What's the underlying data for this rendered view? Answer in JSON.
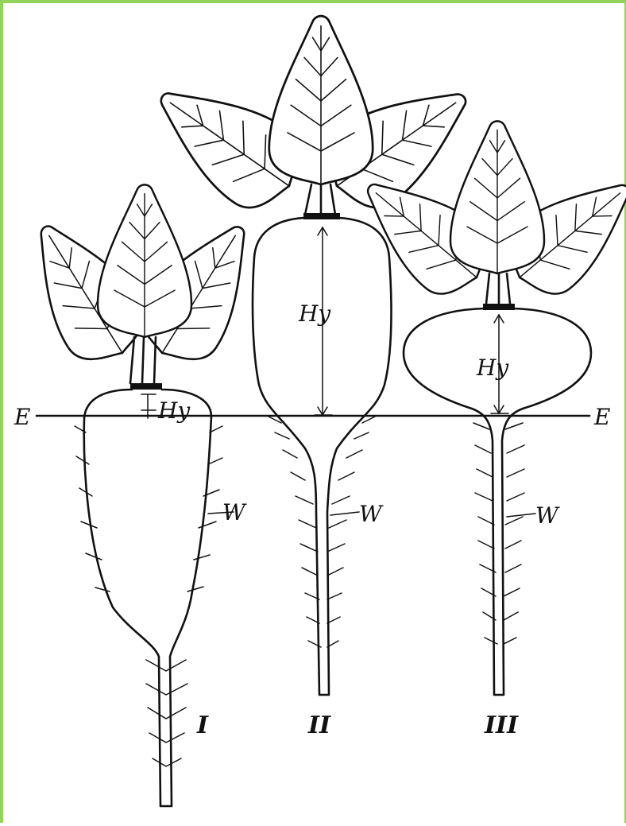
{
  "labels": {
    "ground_left": "E",
    "ground_right": "E",
    "hypocotyl": "Hy",
    "root": "W",
    "plant_1": "I",
    "plant_2": "II",
    "plant_3": "III"
  },
  "colors": {
    "border": "#93d35a",
    "ink": "#111111"
  }
}
